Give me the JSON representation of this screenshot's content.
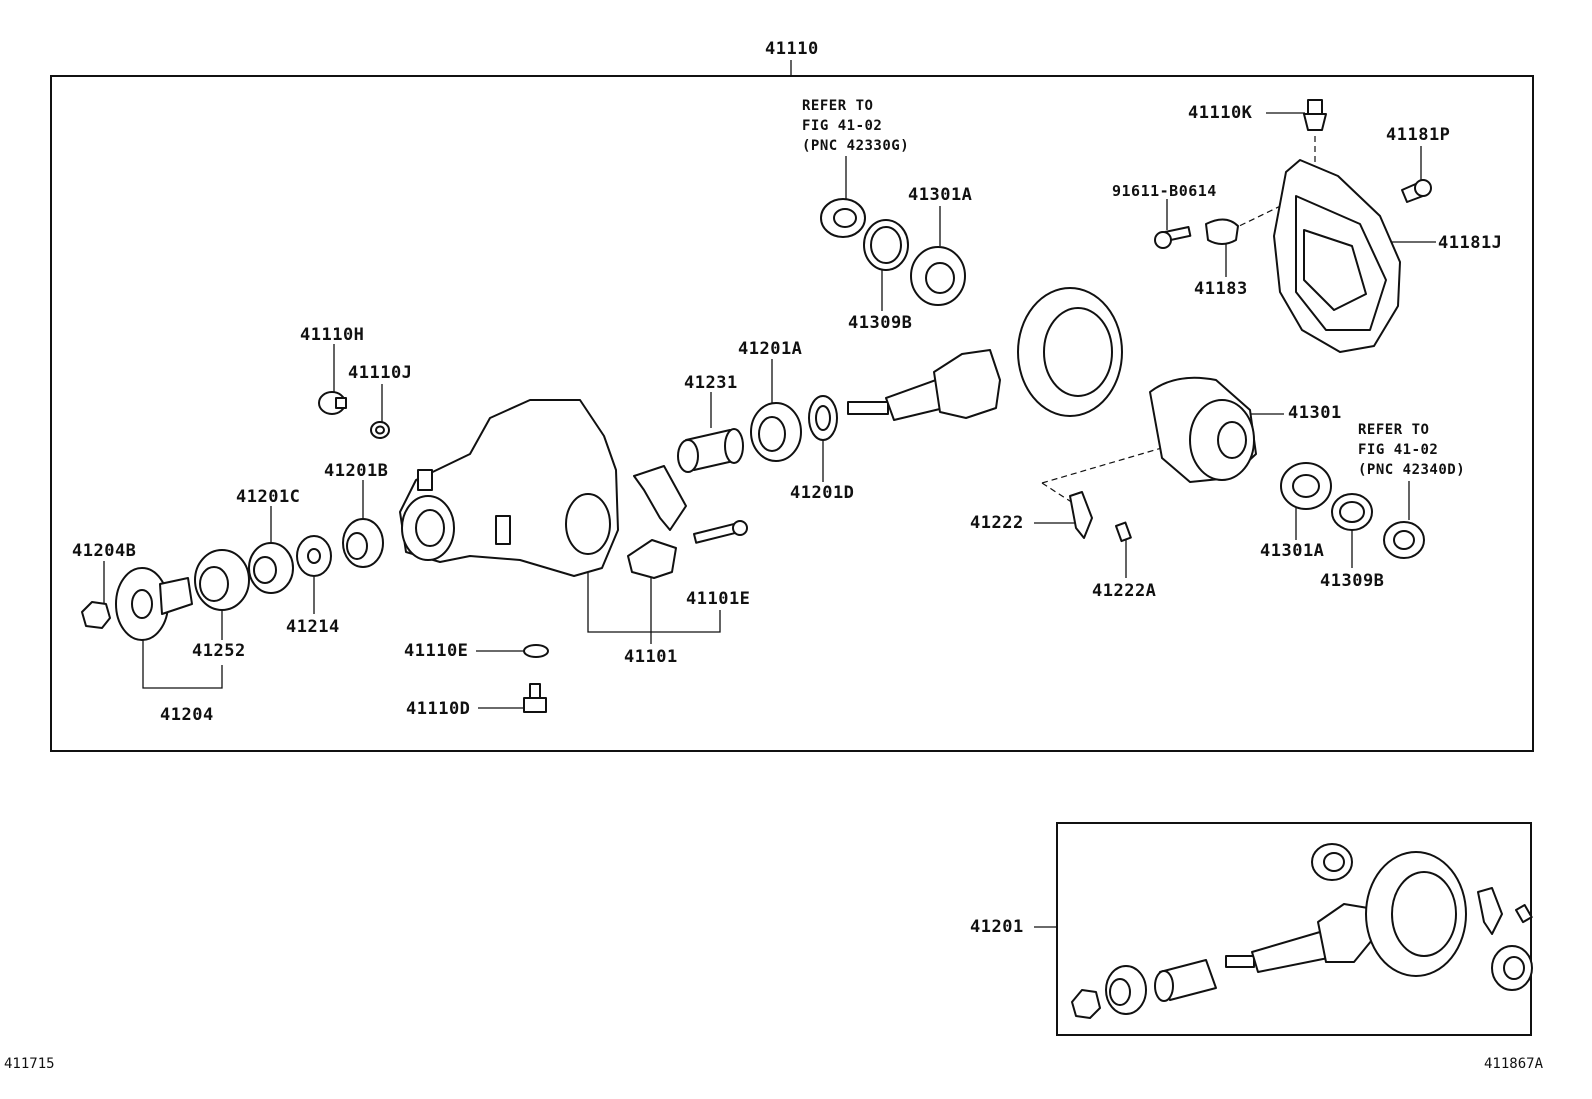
{
  "assembly_label": "41110",
  "inset_label": "41201",
  "footer": {
    "left_code": "411715",
    "right_code": "411867A"
  },
  "refer_notes": [
    {
      "id": "ref-front",
      "lines": [
        "REFER TO",
        "FIG 41-02",
        "(PNC 42330G)"
      ]
    },
    {
      "id": "ref-rear",
      "lines": [
        "REFER TO",
        "FIG 41-02",
        "(PNC 42340D)"
      ]
    }
  ],
  "parts": {
    "p41110K": "41110K",
    "p41181P": "41181P",
    "p91611": "91611-B0614",
    "p41181J": "41181J",
    "p41183": "41183",
    "p41301A_top": "41301A",
    "p41309B_top": "41309B",
    "p41110H": "41110H",
    "p41110J": "41110J",
    "p41201A": "41201A",
    "p41231": "41231",
    "p41201D": "41201D",
    "p41301": "41301",
    "p41201B": "41201B",
    "p41201C": "41201C",
    "p41204B": "41204B",
    "p41222": "41222",
    "p41222A": "41222A",
    "p41301A_bot": "41301A",
    "p41309B_bot": "41309B",
    "p41101E": "41101E",
    "p41252": "41252",
    "p41214": "41214",
    "p41110E": "41110E",
    "p41101": "41101",
    "p41204": "41204",
    "p41110D": "41110D"
  }
}
